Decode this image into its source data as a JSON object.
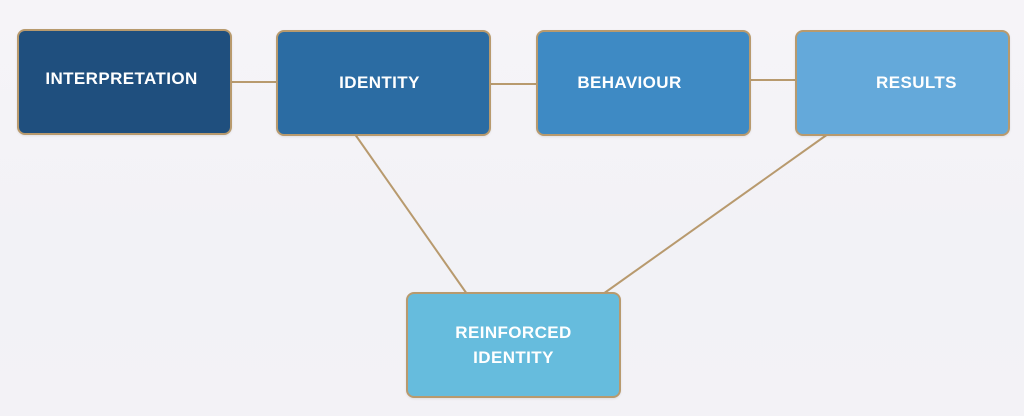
{
  "diagram": {
    "nodes": {
      "interpretation": {
        "label": "INTERPRETATION"
      },
      "identity": {
        "label": "IDENTITY"
      },
      "behaviour": {
        "label": "BEHAVIOUR"
      },
      "results": {
        "label": "RESULTS"
      },
      "reinforced_identity": {
        "label": "REINFORCED\nIDENTITY"
      }
    },
    "edges": [
      {
        "from": "interpretation",
        "to": "identity"
      },
      {
        "from": "identity",
        "to": "behaviour"
      },
      {
        "from": "behaviour",
        "to": "results"
      },
      {
        "from": "identity",
        "to": "reinforced_identity"
      },
      {
        "from": "results",
        "to": "reinforced_identity"
      }
    ],
    "colors": {
      "interpretation": "#1f4f7e",
      "identity": "#2b6ca3",
      "behaviour": "#3e8ac4",
      "results": "#64a9da",
      "reinforced_identity": "#66bcdd",
      "border_and_connectors": "#b89a6e",
      "text": "#ffffff",
      "background": "#f4f3f7"
    }
  }
}
